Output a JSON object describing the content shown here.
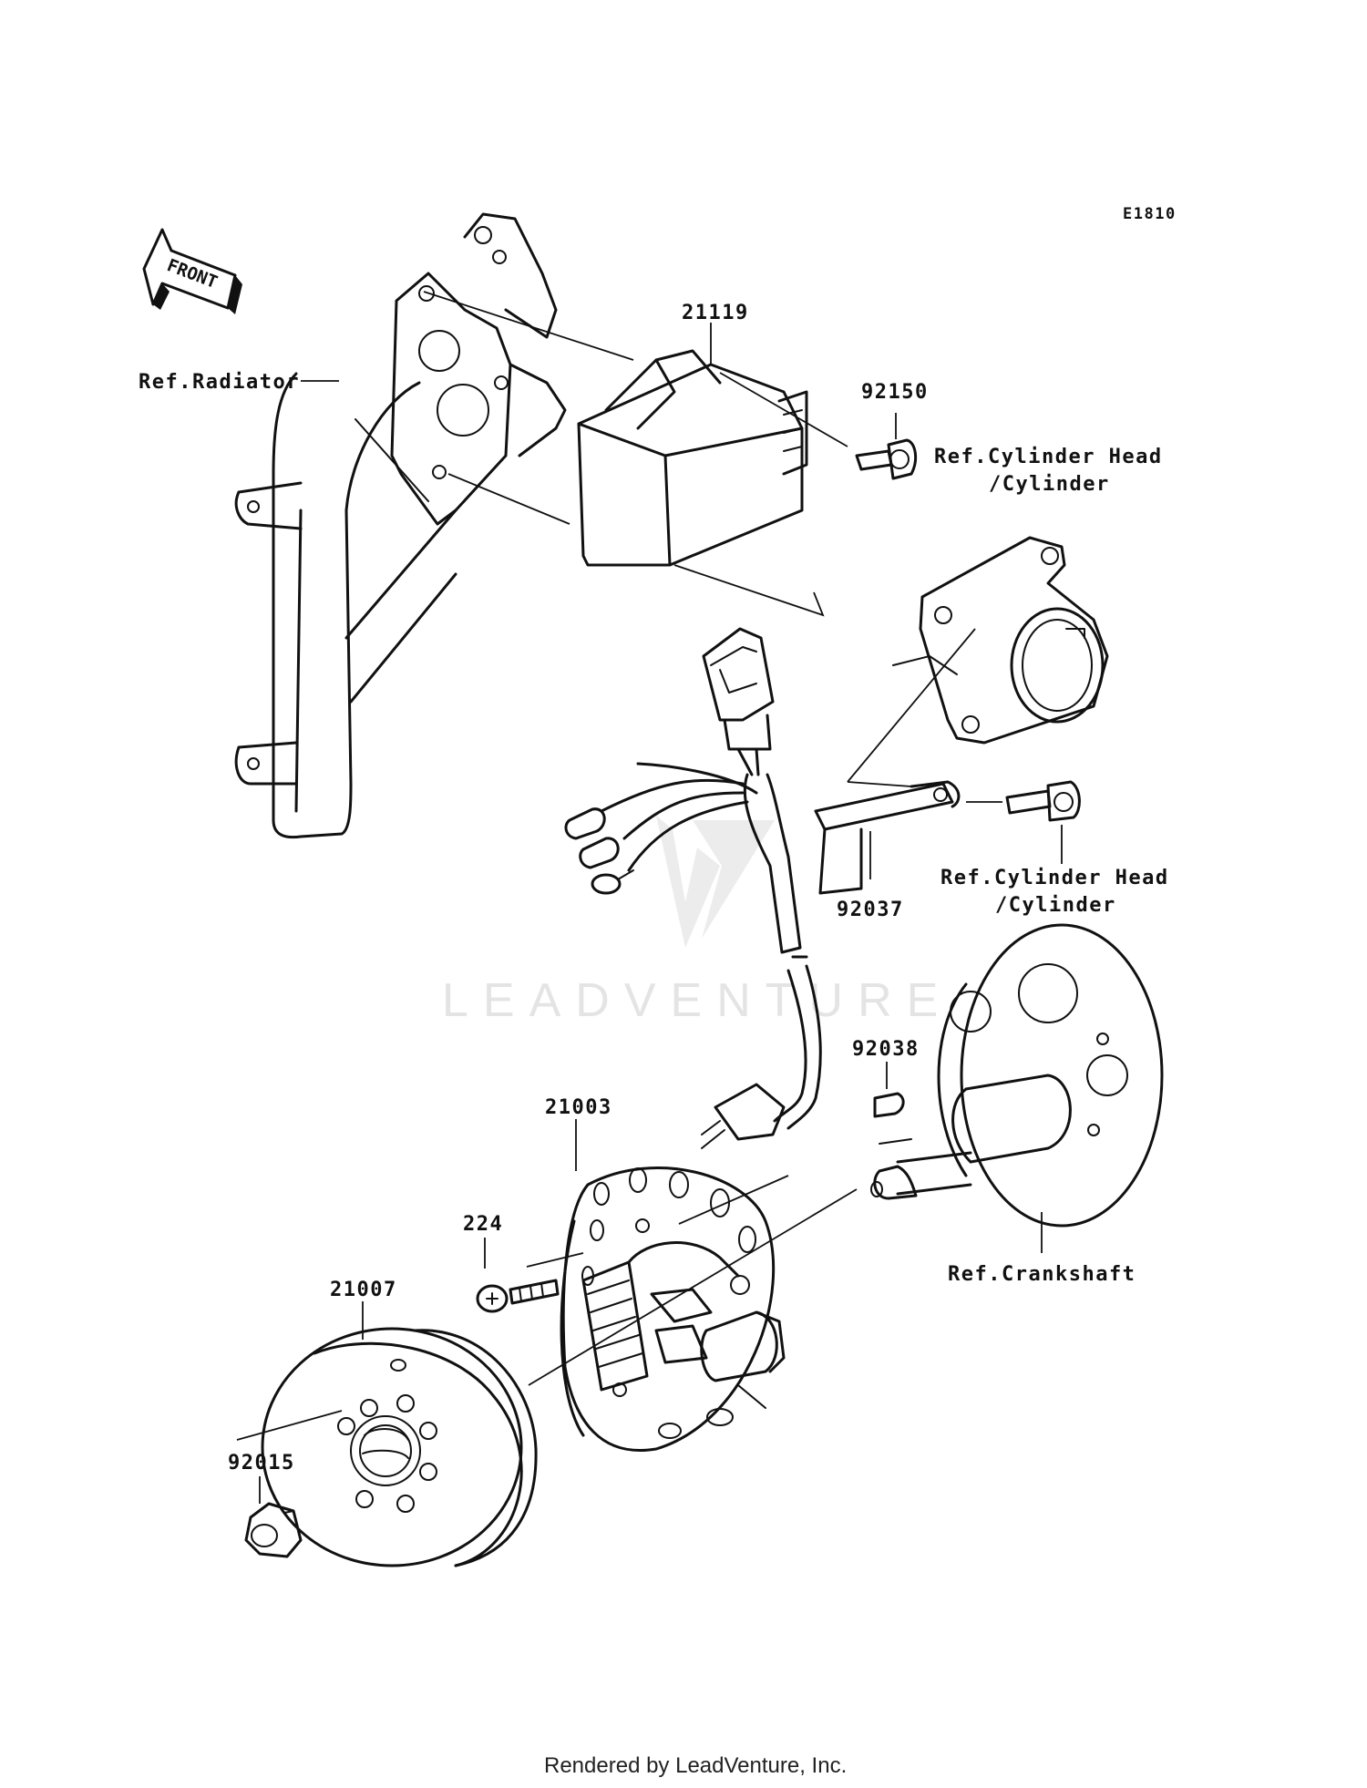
{
  "diagram_code": "E1810",
  "front_label": "FRONT",
  "watermark": "LEADVENTURE",
  "footer": "Rendered by LeadVenture, Inc.",
  "parts": {
    "p21119": "21119",
    "p92150": "92150",
    "p92037": "92037",
    "p92038": "92038",
    "p21003": "21003",
    "p224": "224",
    "p21007": "21007",
    "p92015": "92015"
  },
  "refs": {
    "radiator": "Ref.Radiator",
    "cyl_head_1_line1": "Ref.Cylinder Head",
    "cyl_head_1_line2": "/Cylinder",
    "cyl_head_2_line1": "Ref.Cylinder Head",
    "cyl_head_2_line2": "/Cylinder",
    "crankshaft": "Ref.Crankshaft"
  }
}
